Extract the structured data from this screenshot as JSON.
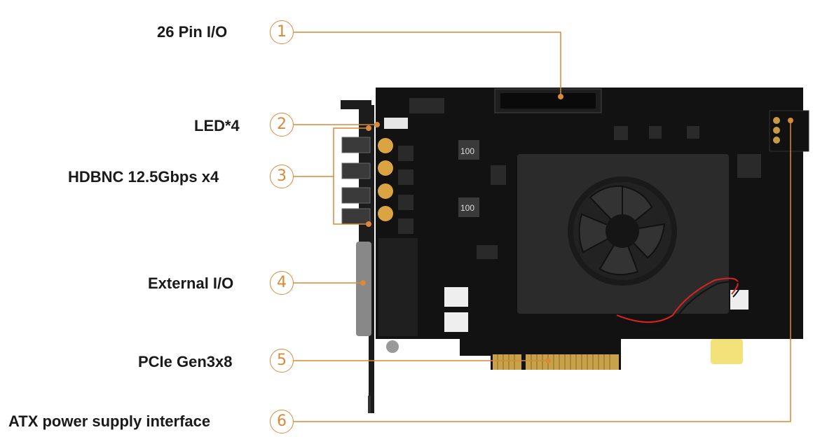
{
  "callouts": [
    {
      "number": "1",
      "label": "26 Pin I/O"
    },
    {
      "number": "2",
      "label": "LED*4"
    },
    {
      "number": "3",
      "label": "HDBNC 12.5Gbps x4"
    },
    {
      "number": "4",
      "label": "External I/O"
    },
    {
      "number": "5",
      "label": "PCIe Gen3x8"
    },
    {
      "number": "6",
      "label": "ATX power supply interface"
    }
  ],
  "board_silkscreen": [
    "100",
    "100"
  ],
  "colors": {
    "accent": "#d9893a",
    "board": "#111111",
    "gold": "#d9a441"
  }
}
